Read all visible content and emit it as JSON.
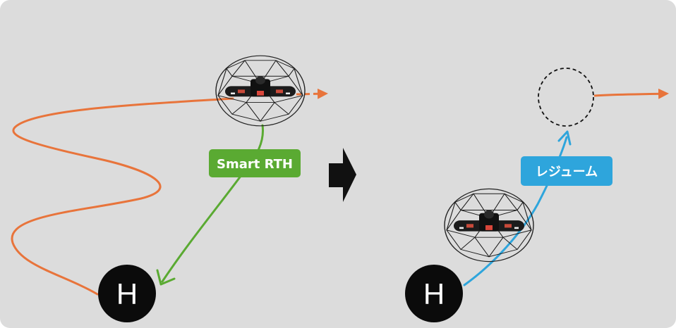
{
  "labels": {
    "smart_rth": "Smart RTH",
    "resume": "レジューム"
  },
  "home_markers": {
    "left": "H",
    "right": "H"
  },
  "icons": {
    "drone": "caged-drone-icon",
    "home": "home-point-icon",
    "transition": "right-arrow-icon",
    "resume_point": "dashed-circle-icon"
  },
  "colors": {
    "background": "#dcdcdc",
    "flight_path": "#e8743b",
    "rth_path": "#5aaa32",
    "resume_path": "#2ea5dc",
    "home_fill": "#0b0b0b"
  }
}
